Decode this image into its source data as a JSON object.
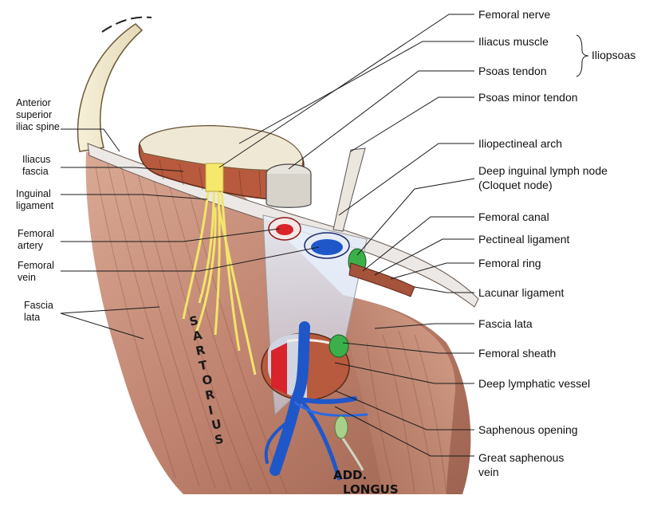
{
  "labels_right": {
    "femoral_nerve": "Femoral nerve",
    "iliacus_muscle": "Iliacus muscle",
    "psoas_tendon": "Psoas tendon",
    "iliopsoas": "Iliopsoas",
    "psoas_minor_tendon": "Psoas minor tendon",
    "iliopectineal_arch": "Iliopectineal arch",
    "deep_inguinal_node_1": "Deep inguinal lymph node",
    "deep_inguinal_node_2": "(Cloquet node)",
    "femoral_canal": "Femoral canal",
    "pectineal_ligament": "Pectineal ligament",
    "femoral_ring": "Femoral ring",
    "lacunar_ligament": "Lacunar ligament",
    "fascia_lata": "Fascia lata",
    "femoral_sheath": "Femoral sheath",
    "deep_lymphatic_vessel": "Deep lymphatic vessel",
    "saphenous_opening": "Saphenous opening",
    "great_saphenous_1": "Great saphenous",
    "great_saphenous_2": "vein"
  },
  "labels_left": {
    "asis_1": "Anterior",
    "asis_2": "superior",
    "asis_3": "iliac spine",
    "iliacus_fascia_1": "Iliacus",
    "iliacus_fascia_2": "fascia",
    "inguinal_lig_1": "Inguinal",
    "inguinal_lig_2": "ligament",
    "fem_artery_1": "Femoral",
    "fem_artery_2": "artery",
    "fem_vein_1": "Femoral",
    "fem_vein_2": "vein",
    "fascia_lata_1": "Fascia",
    "fascia_lata_2": "lata"
  },
  "image_text": {
    "sartorius": "SARTORIUS",
    "add_1": "ADD.",
    "add_2": "LONGUS"
  },
  "colors": {
    "muscle": "#c58c78",
    "muscle_dark": "#8b4a35",
    "nerve": "#f2e56a",
    "artery": "#d8242a",
    "vein": "#1f57c9",
    "node": "#3bb04a",
    "tendon": "#e8e2d6"
  }
}
